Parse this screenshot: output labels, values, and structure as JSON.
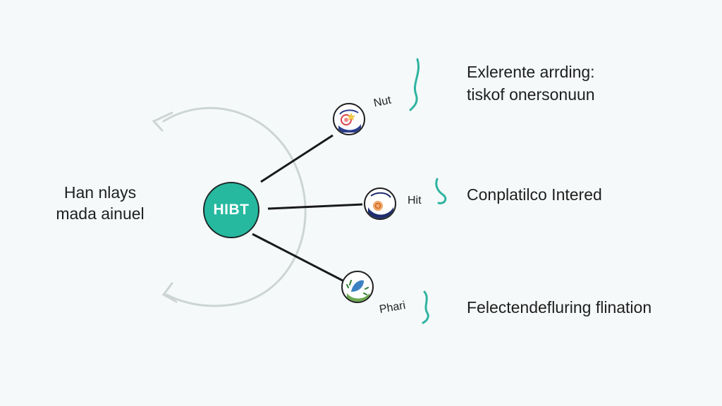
{
  "hub": {
    "label": "HIBT"
  },
  "left_text": {
    "line1": "Han nlays",
    "line2": "mada ainuel"
  },
  "branches": [
    {
      "node_label": "Nut",
      "desc_line1": "Exlerente arrding:",
      "desc_line2": "tiskof onersonuun"
    },
    {
      "node_label": "Hit",
      "desc_line1": "Conplatilco Intered"
    },
    {
      "node_label": "Phari",
      "desc_line1": "Felectendefluring flination"
    }
  ],
  "colors": {
    "hub_fill": "#26b9a0",
    "accent": "#2fb3a0",
    "line": "#1a1a1a",
    "arc": "#cfd6d6",
    "background": "#f5f9f9"
  }
}
